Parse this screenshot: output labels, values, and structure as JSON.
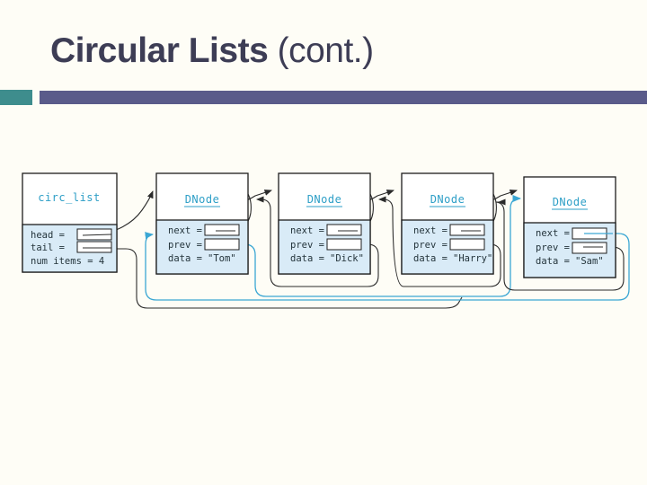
{
  "slide": {
    "title_bold": "Circular Lists",
    "title_rest": " (cont.)"
  },
  "colors": {
    "accent_teal": "#3E8D8D",
    "accent_purple": "#5A5B8A",
    "title_color": "#3D3D55",
    "node_fill_blue": "#D9EBF7",
    "node_label_blue": "#2E9FC7",
    "pointer_black": "#2B2B2B",
    "pointer_highlight_blue": "#3BA7D4"
  },
  "diagram": {
    "list_header": {
      "title": "circ_list",
      "fields": [
        {
          "label": "head ="
        },
        {
          "label": "tail ="
        },
        {
          "label": "num items = 4"
        }
      ]
    },
    "nodes": [
      {
        "title": "DNode",
        "fields": [
          {
            "label": "next ="
          },
          {
            "label": "prev ="
          },
          {
            "label": "data =",
            "value": "\"Tom\""
          }
        ]
      },
      {
        "title": "DNode",
        "fields": [
          {
            "label": "next ="
          },
          {
            "label": "prev ="
          },
          {
            "label": "data =",
            "value": "\"Dick\""
          }
        ]
      },
      {
        "title": "DNode",
        "fields": [
          {
            "label": "next ="
          },
          {
            "label": "prev ="
          },
          {
            "label": "data =",
            "value": "\"Harry\""
          }
        ]
      },
      {
        "title": "DNode",
        "fields": [
          {
            "label": "next ="
          },
          {
            "label": "prev ="
          },
          {
            "label": "data =",
            "value": "\"Sam\""
          }
        ]
      }
    ],
    "pointers": {
      "head_to_first": "head -> Tom",
      "tail_to_last": "tail -> Sam",
      "circular_next": "Sam.next -> Tom",
      "circular_prev": "Tom.prev -> Sam"
    }
  }
}
